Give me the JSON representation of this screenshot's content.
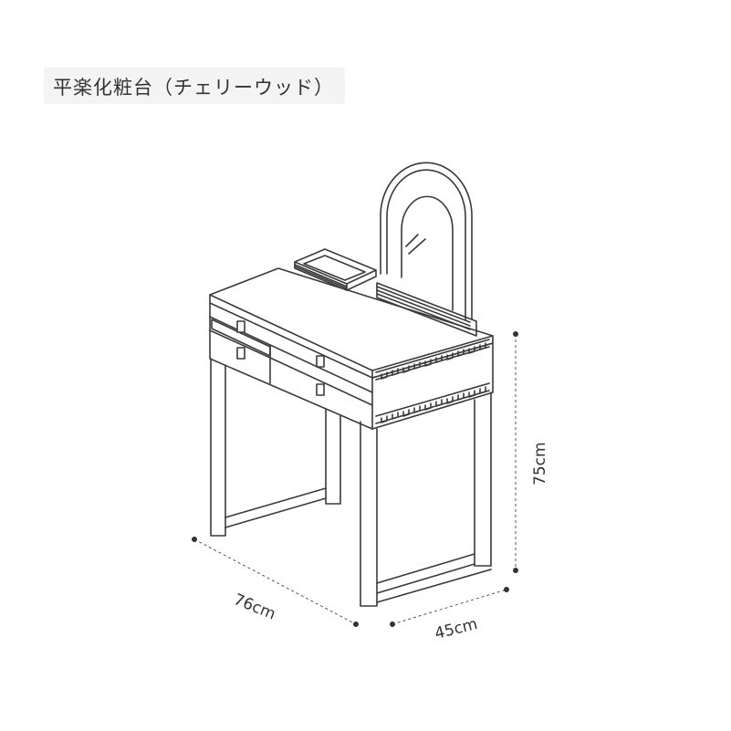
{
  "title": "平楽化粧台（チェリーウッド）",
  "dimensions": {
    "width": "76cm",
    "depth": "45cm",
    "height": "75cm"
  },
  "colors": {
    "line": "#3a3a3a",
    "dimension_dot": "#333333",
    "title_band": "#f4f4f4"
  }
}
